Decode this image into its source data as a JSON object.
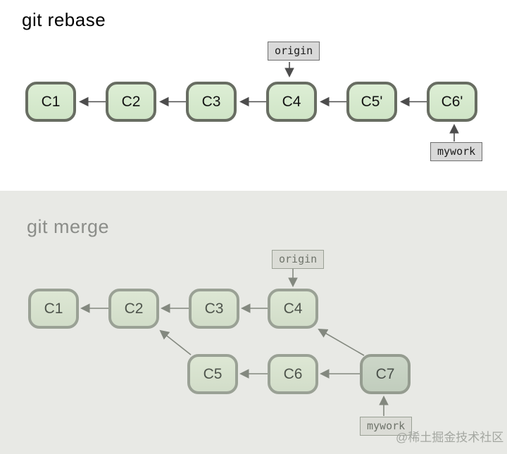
{
  "rebase": {
    "title": "git rebase",
    "commits": [
      "C1",
      "C2",
      "C3",
      "C4",
      "C5'",
      "C6'"
    ],
    "refs": {
      "origin": "origin",
      "mywork": "mywork"
    }
  },
  "merge": {
    "title": "git merge",
    "commits_main": [
      "C1",
      "C2",
      "C3",
      "C4"
    ],
    "commits_branch": [
      "C5",
      "C6",
      "C7"
    ],
    "refs": {
      "origin": "origin",
      "mywork": "mywork"
    }
  },
  "watermark": "@稀土掘金技术社区",
  "colors": {
    "rebase_node_fill": "#d5e8cc",
    "rebase_node_border": "#686d62",
    "merge_node_fill": "#d7e3ce",
    "merge_node_border": "#9aa195",
    "merge_commit_fill": "#c6d1c2",
    "arrow_dark": "#4d4d4d",
    "arrow_muted": "#83887f",
    "merge_background": "#e8e9e5"
  }
}
